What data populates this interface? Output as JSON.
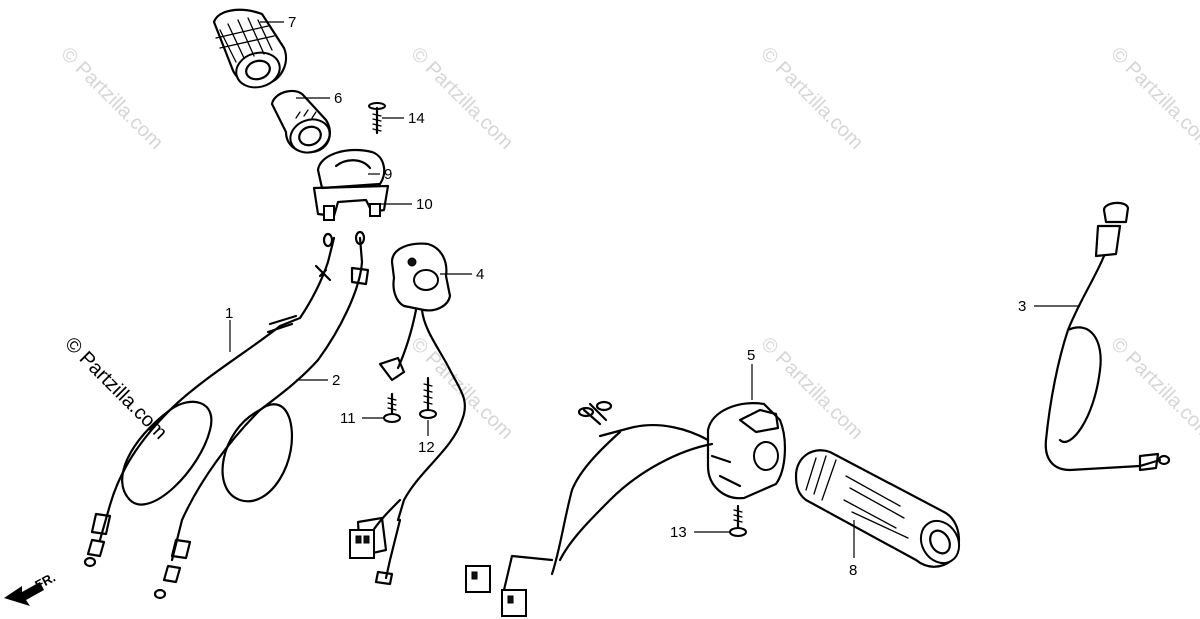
{
  "watermark": {
    "text": "© Partzilla.com",
    "color_light": "#d6d6d6",
    "color_dark": "#000000"
  },
  "direction_label": "FR.",
  "callouts": {
    "c1": "1",
    "c2": "2",
    "c3": "3",
    "c4": "4",
    "c5": "5",
    "c6": "6",
    "c7": "7",
    "c8": "8",
    "c9": "9",
    "c10": "10",
    "c11": "11",
    "c12": "12",
    "c13": "13",
    "c14": "14"
  },
  "parts": [
    {
      "ref": "1",
      "name": "throttle-cable-a"
    },
    {
      "ref": "2",
      "name": "throttle-cable-b"
    },
    {
      "ref": "3",
      "name": "choke-cable"
    },
    {
      "ref": "4",
      "name": "right-handlebar-switch"
    },
    {
      "ref": "5",
      "name": "left-handlebar-switch"
    },
    {
      "ref": "6",
      "name": "throttle-grip-pipe"
    },
    {
      "ref": "7",
      "name": "right-grip"
    },
    {
      "ref": "8",
      "name": "left-grip"
    },
    {
      "ref": "9",
      "name": "throttle-housing-upper"
    },
    {
      "ref": "10",
      "name": "throttle-housing-lower"
    },
    {
      "ref": "11",
      "name": "screw"
    },
    {
      "ref": "12",
      "name": "screw"
    },
    {
      "ref": "13",
      "name": "screw"
    },
    {
      "ref": "14",
      "name": "screw"
    }
  ]
}
